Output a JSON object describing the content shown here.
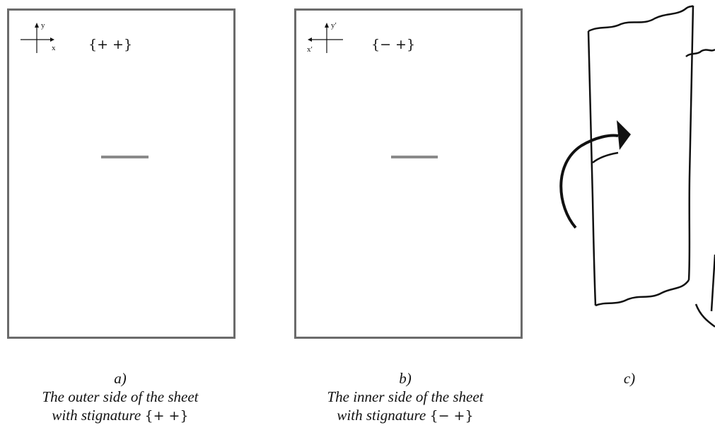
{
  "panel_a": {
    "axis_x_label": "x",
    "axis_y_label": "y",
    "signature": "{+ +}",
    "caption_letter": "a)",
    "caption_line1": "The outer side of the sheet",
    "caption_line2": "with stignature ",
    "caption_signature": "{+ +}"
  },
  "panel_b": {
    "axis_x_label": "x′",
    "axis_y_label": "y′",
    "signature": "{− +}",
    "caption_letter": "b)",
    "caption_line1": "The inner side of the sheet",
    "caption_line2": "with stignature ",
    "caption_signature": "{− +}"
  },
  "panel_c": {
    "caption_letter": "c)"
  },
  "colors": {
    "frame": "#6b6b6b",
    "mark": "#8a8a8a",
    "ink": "#111111"
  }
}
